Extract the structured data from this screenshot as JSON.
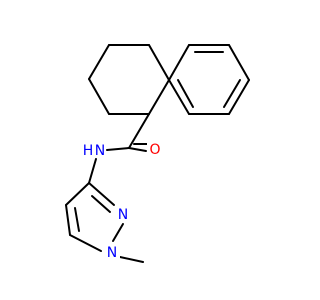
{
  "molecule": {
    "atoms": [
      {
        "label": "O",
        "color": "#ff0000"
      },
      {
        "label": "N",
        "color": "#0000ff"
      },
      {
        "label": "H",
        "color": "#0000ff"
      },
      {
        "label": "N",
        "color": "#0000ff"
      },
      {
        "label": "N",
        "color": "#0000ff"
      }
    ],
    "bond_color": "#000000"
  }
}
